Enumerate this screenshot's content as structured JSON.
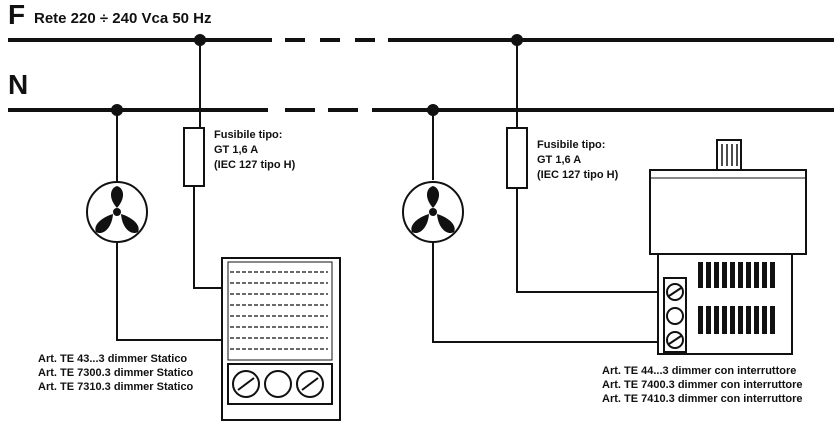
{
  "lines": {
    "phase_letter": "F",
    "supply": "Rete 220 ÷ 240 Vca 50 Hz",
    "neutral_letter": "N"
  },
  "left_circuit": {
    "fuse_label": [
      "Fusibile tipo:",
      "GT 1,6 A",
      "(IEC 127 tipo H)"
    ],
    "articles": [
      "Art. TE 43...3 dimmer Statico",
      "Art. TE 7300.3 dimmer Statico",
      "Art. TE 7310.3 dimmer Statico"
    ]
  },
  "right_circuit": {
    "fuse_label": [
      "Fusibile tipo:",
      "GT 1,6 A",
      "(IEC 127 tipo H)"
    ],
    "articles": [
      "Art. TE 44...3 dimmer con interruttore",
      "Art. TE 7400.3 dimmer con interruttore",
      "Art. TE 7410.3 dimmer con interruttore"
    ]
  }
}
